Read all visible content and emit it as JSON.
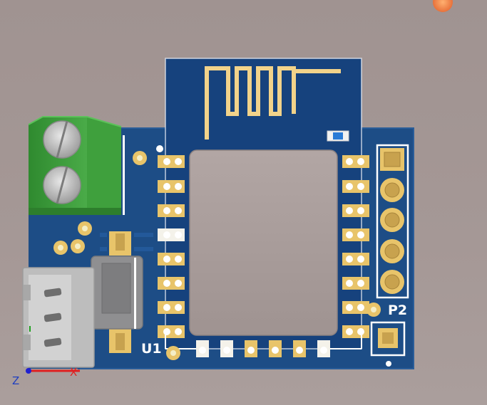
{
  "labels": {
    "module_designator": "U1",
    "header_designator": "P2"
  },
  "axis_triad": {
    "z_label": "Z",
    "x_label": "X"
  },
  "colors": {
    "background": "#a39694",
    "pcb_substrate": "#1d4d86",
    "module_board": "#16427d",
    "pad_gold": "#e8c46a",
    "pad_white": "#f4f2ea",
    "shield_can": "#a89c9a",
    "terminal_block_green": "#3c9a3c",
    "tactile_switch_grey": "#8f8f91",
    "jst_connector_grey": "#bdbdbd",
    "silkscreen": "#ffffff"
  },
  "components": [
    {
      "name": "pcb-board",
      "kind": "printed circuit board"
    },
    {
      "name": "wifi-module",
      "kind": "module with meander antenna and shield can"
    },
    {
      "name": "screw-terminal-block",
      "kind": "2-position screw terminal",
      "positions": 2
    },
    {
      "name": "pin-header-p2",
      "kind": "pin header",
      "pins": 5
    },
    {
      "name": "tactile-switch",
      "kind": "push button"
    },
    {
      "name": "jst-connector",
      "kind": "3-pin connector",
      "pins": 3
    },
    {
      "name": "smd-led",
      "kind": "small SMD part"
    }
  ]
}
